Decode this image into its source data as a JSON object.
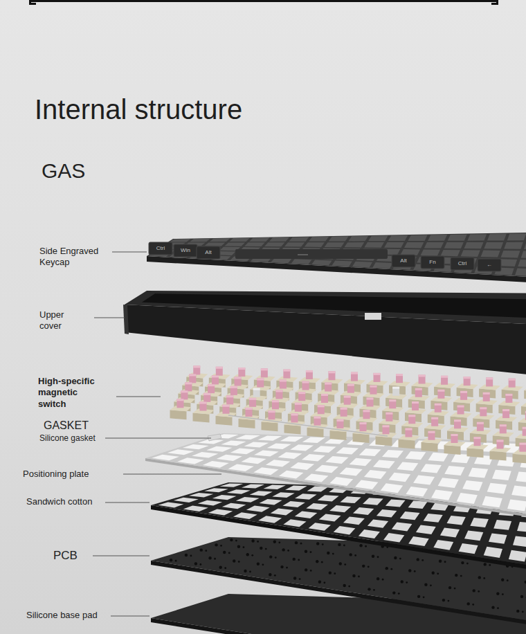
{
  "diagram": {
    "title": "Internal structure",
    "labels": [
      "GAS",
      "Side Engraved Keycap",
      "Upper cover",
      "High-specific magnetic switch",
      "GASKET",
      "Silicone gasket",
      "Positioning plate",
      "Sandwich cotton",
      "PCB",
      "Silicone base pad",
      "Ctrl",
      "Win",
      "Alt",
      "Alt",
      "Fn",
      "Ctrl",
      "←"
    ]
  }
}
